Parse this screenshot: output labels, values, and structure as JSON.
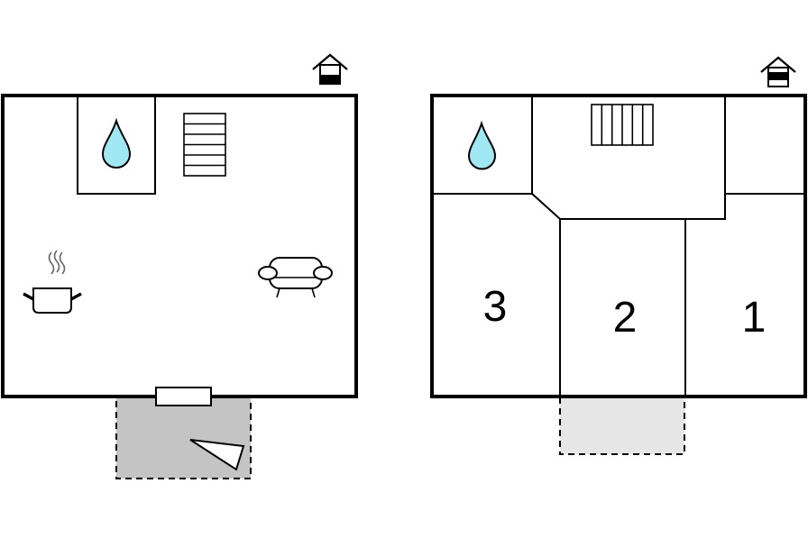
{
  "colors": {
    "wall": "#000000",
    "water": "#9fe8f3",
    "terrace_ground": "#c4c4c4",
    "terrace_upper": "#e6e6e6",
    "background": "#ffffff"
  },
  "ground_floor": {
    "icons": [
      "floor-level-icon",
      "water-drop-icon",
      "stairs-icon",
      "cooking-pot-icon",
      "sofa-icon",
      "compass-icon"
    ]
  },
  "upper_floor": {
    "icons": [
      "floor-level-icon",
      "water-drop-icon",
      "stairs-icon"
    ],
    "rooms": [
      {
        "number": "3"
      },
      {
        "number": "2"
      },
      {
        "number": "1"
      }
    ]
  }
}
